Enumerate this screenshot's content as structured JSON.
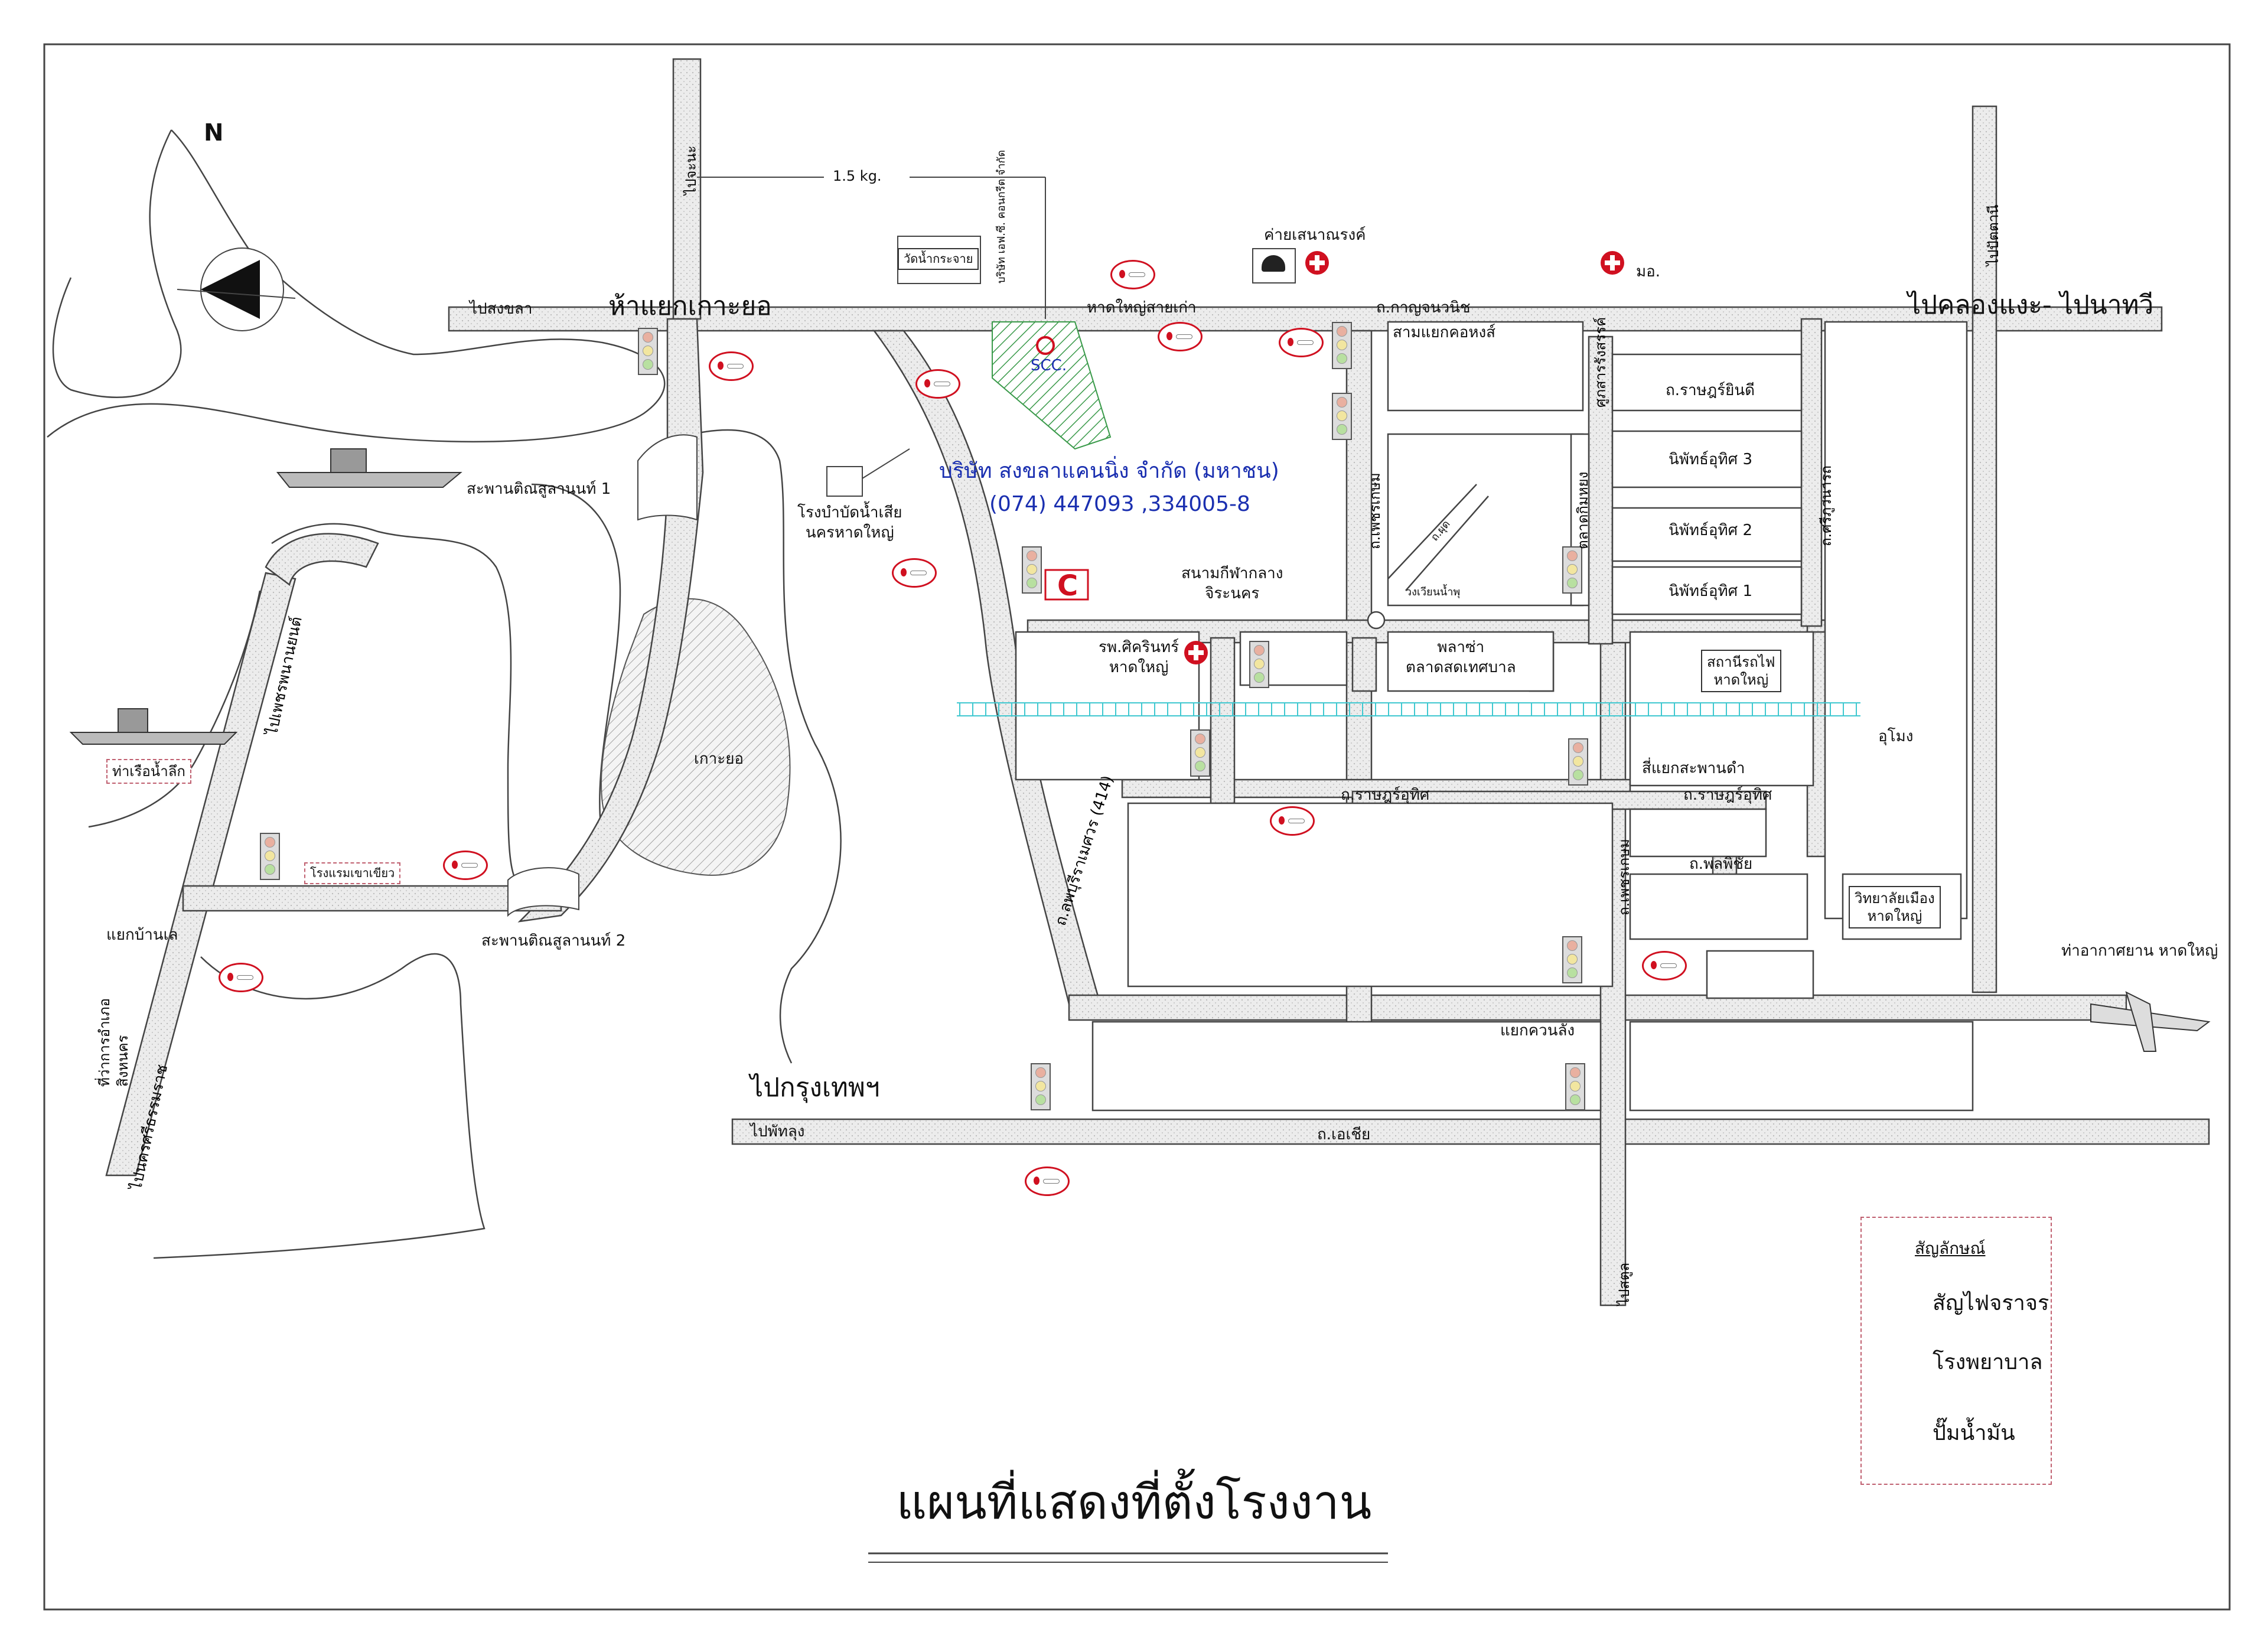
{
  "title": "แผนที่แสดงที่ตั้งโรงงาน",
  "company": {
    "name": "บริษัท สงขลาแคนนิ่ง จำกัด (มหาชน)",
    "phone": "(074) 447093 ,334005-8",
    "abbrev": "SCC."
  },
  "directions": {
    "north_letter": "N",
    "to_chana": "ไปจะนะ",
    "to_songkhla": "ไปสงขลา",
    "junction_kohyo": "ห้าแยกเกาะยอ",
    "to_klong_ngae": "ไปคลองแงะ- ไปนาทวี",
    "to_pattani": "ไปปัตตานี",
    "to_bangkok": "ไปกรุงเทพฯ",
    "to_phatthalung": "ไปพัทลุง",
    "to_satun": "ไปสตูล",
    "to_nakhon": "ไปนครศรีธรรมราช",
    "to_phetch_nan": "ไปเพชรพนานยนต์"
  },
  "distance_label": "1.5 kg.",
  "roads": {
    "hatyai_old": "หาดใหญ่สายเก่า",
    "kanchanawanit": "ถ.กาญจนวนิช",
    "petchkasem_1": "ถ.เพชรเกษม",
    "petchkasem_2": "ถ.เพชรเกษม",
    "ratyindee": "ถ.ราษฎร์ยินดี",
    "ratuthit_1": "ถ.ราษฎร์อุทิศ",
    "ratuthit_2": "ถ.ราษฎร์อุทิศ",
    "ponpichai": "ถ.พลพิชัย",
    "asia": "ถ.เอเชีย",
    "kanchanawanit_414": "ถ.ลพบุรีราเมศวร (414)",
    "sriphuwanart": "ถ.ศรีภูวนารถ",
    "soi": "ถ.ผุด"
  },
  "places": {
    "wat_namkrachai": "วัดน้ำกระจาย",
    "ptt": "บริษัท เอฟ.ซี. คอนกรีต จำกัด",
    "camp": "ค่ายเสนาณรงค์",
    "university": "มอ.",
    "samyaek_khohong": "สามแยกคอหงส์",
    "talad_khohong": "ตลาดกิมหยง",
    "suksawat": "ศูภสารรังสรรค์",
    "nipat_3": "นิพัทธ์อุทิศ 3",
    "nipat_2": "นิพัทธ์อุทิศ 2",
    "nipat_1": "นิพัทธ์อุทิศ 1",
    "stadium": "สนามกีฬากลาง\nจิระนคร",
    "wastewater": "โรงบำบัดน้ำเสีย\nนครหาดใหญ่",
    "hospital": "รพ.ศิครินทร์\nหาดใหญ่",
    "plaza": "พลาซ่า\nตลาดสดเทศบาล",
    "circle": "วงเวียนน้ำพุ",
    "station": "สถานีรถไฟ\nหาดใหญ่",
    "tunnel": "อุโมง",
    "sapan_dam": "สี่แยกสะพานดำ",
    "college": "วิทยาลัยเมือง\nหาดใหญ่",
    "airport": "ท่าอากาศยาน หาดใหญ่",
    "yaek_khuanlang": "แยกควนลัง",
    "bridge_1": "สะพานติณสูลานนท์ 1",
    "bridge_2": "สะพานติณสูลานนท์ 2",
    "koh_yo": "เกาะยอ",
    "port": "ท่าเรือน้ำลึก",
    "yaek_banle": "แยกบ้านเล",
    "district_office": "ที่ว่าการอำเภอ\nสิงหนคร",
    "hotel": "โรงแรมเขาเขียว"
  },
  "legend": {
    "title": "สัญลักษณ์",
    "traffic_light": "สัญไฟจราจร",
    "hospital": "โรงพยาบาล",
    "gas_station": "ปั๊มน้ำมัน"
  },
  "colors": {
    "road_fill": "#ececec",
    "outline": "#444444",
    "company_blue": "#1a2fb0",
    "red": "#d01020",
    "hatch_green": "#3a9a4a",
    "rail": "#40c8d0"
  }
}
